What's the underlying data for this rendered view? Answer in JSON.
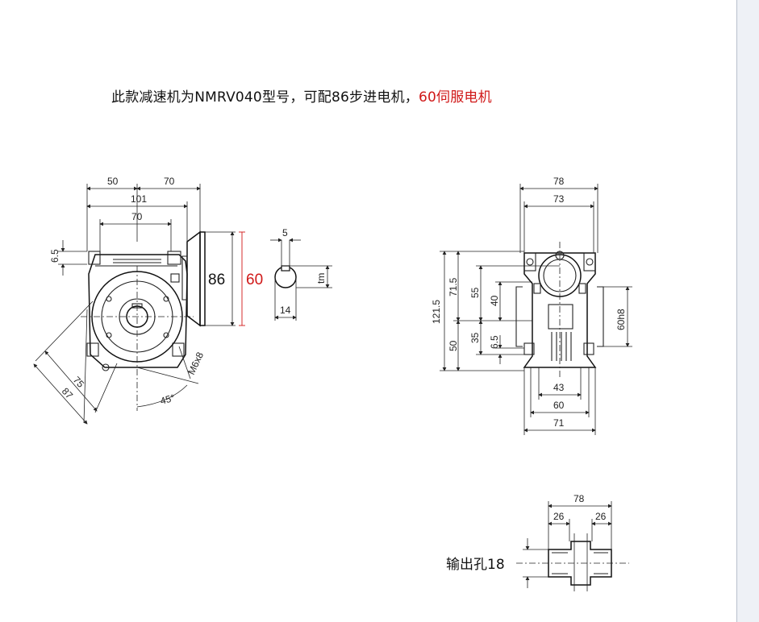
{
  "header": {
    "title_main": "此款减速机为NMRV040型号，可配86步进电机，",
    "title_highlight": "60伺服电机",
    "highlight_color": "#d01818"
  },
  "front_view": {
    "dims": {
      "d50": "50",
      "d70_top": "70",
      "d101": "101",
      "d70_inner": "70",
      "d6_5": "6.5",
      "d75": "75",
      "d87": "87",
      "angle": "45°",
      "thread": "M6x8"
    },
    "flange_86": "86",
    "flange_60": "60"
  },
  "key_view": {
    "d5": "5",
    "d14": "14",
    "tm": "tm"
  },
  "side_view": {
    "dims": {
      "d78": "78",
      "d73": "73",
      "d121_5": "121.5",
      "d71_5": "71.5",
      "d55": "55",
      "d40": "40",
      "d35": "35",
      "d6_5": "6.5",
      "d50": "50",
      "d60h8": "60h8",
      "d43": "43",
      "d60": "60",
      "d71": "71"
    }
  },
  "output_view": {
    "dims": {
      "d78": "78",
      "d26_left": "26",
      "d26_right": "26"
    },
    "label": "输出孔18"
  }
}
